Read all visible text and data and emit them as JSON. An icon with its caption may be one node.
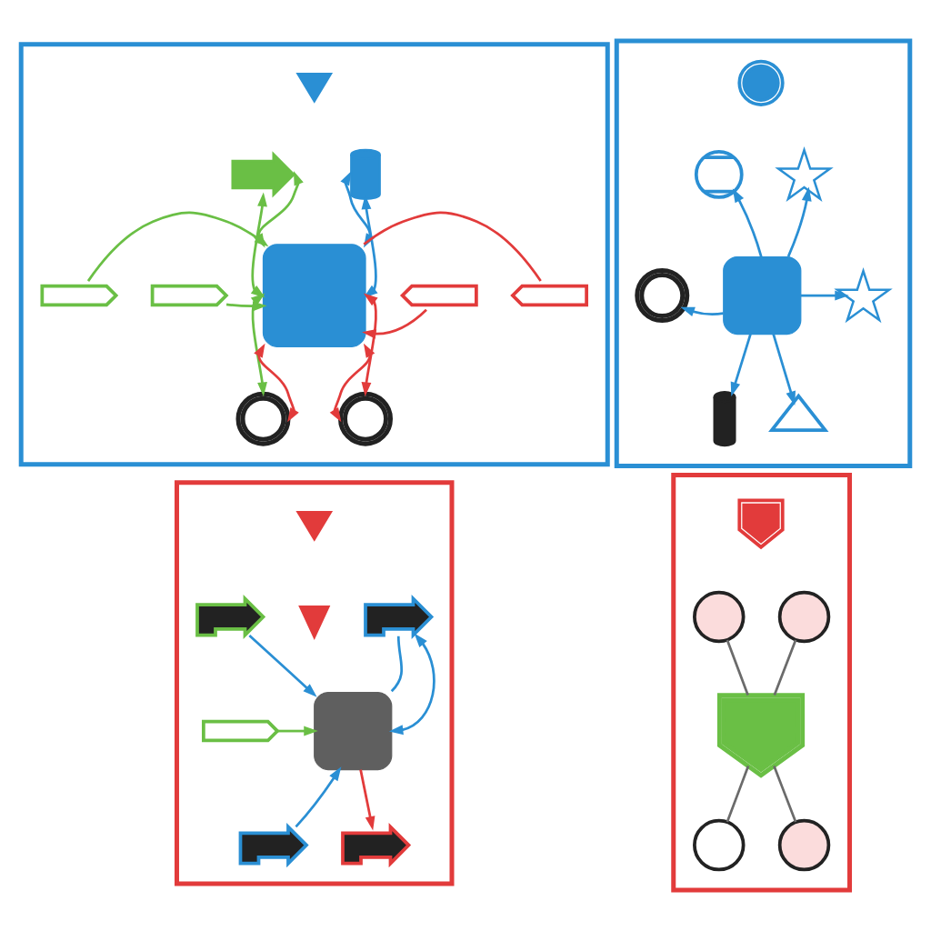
{
  "diagram": {
    "nodes": [
      {
        "text": [],
        "shape": "box"
      },
      {
        "text": [],
        "shape": "picture",
        "in": 0
      },
      {
        "text": [],
        "shape": "picture",
        "in": 0
      },
      {
        "text": [],
        "shape": "picture",
        "in": 0
      },
      {
        "text": [],
        "shape": "box",
        "in": 0
      },
      {
        "text": [],
        "shape": "picture",
        "in": 0
      },
      {
        "text": [],
        "shape": "picture",
        "in": 0
      },
      {
        "text": [],
        "shape": "picture",
        "in": 0
      },
      {
        "text": [],
        "shape": "picture",
        "in": 0
      },
      {
        "text": [],
        "shape": "picture",
        "in": 0
      },
      {
        "text": [],
        "shape": "picture",
        "in": 0
      },
      {
        "text": [],
        "shape": "box"
      },
      {
        "text": [],
        "shape": "picture",
        "in": 11
      },
      {
        "text": [],
        "shape": "picture",
        "in": 11
      },
      {
        "text": [],
        "shape": "picture",
        "in": 11
      },
      {
        "text": [],
        "shape": "box",
        "in": 11
      },
      {
        "text": [],
        "shape": "picture",
        "in": 11
      },
      {
        "text": [],
        "shape": "picture",
        "in": 11
      },
      {
        "text": [],
        "shape": "picture",
        "in": 11
      },
      {
        "text": [],
        "shape": "picture",
        "in": 11
      },
      {
        "text": [],
        "shape": "box"
      },
      {
        "text": [],
        "shape": "picture",
        "in": 20
      },
      {
        "text": [],
        "shape": "picture",
        "in": 20
      },
      {
        "text": [],
        "shape": "picture",
        "in": 20
      },
      {
        "text": [],
        "shape": "picture",
        "in": 20
      },
      {
        "text": [],
        "shape": "box",
        "in": 20
      },
      {
        "text": [],
        "shape": "picture",
        "in": 20
      },
      {
        "text": [],
        "shape": "picture",
        "in": 20
      },
      {
        "text": [],
        "shape": "picture",
        "in": 20
      },
      {
        "text": [],
        "shape": "box"
      },
      {
        "text": [],
        "shape": "picture",
        "in": 29
      },
      {
        "text": [],
        "shape": "circle",
        "in": 29
      },
      {
        "text": [],
        "shape": "circle",
        "in": 29
      },
      {
        "text": [],
        "shape": "picture",
        "in": 29
      },
      {
        "text": [],
        "shape": "circle",
        "in": 29
      },
      {
        "text": [],
        "shape": "circle",
        "in": 29
      }
    ],
    "edges": [
      {
        "from": 2,
        "to": 4,
        "arrow": "both",
        "color": "#6abf45"
      },
      {
        "from": 2,
        "to": 4,
        "arrow": "both",
        "color": "#6abf45"
      },
      {
        "from": 3,
        "to": 4,
        "arrow": "both"
      },
      {
        "from": 3,
        "to": 4,
        "arrow": "both"
      },
      {
        "from": 5,
        "to": 4,
        "arrow": "to",
        "color": "#6abf45"
      },
      {
        "from": 7,
        "to": 4,
        "arrow": "to",
        "color": "#6abf45"
      },
      {
        "from": 4,
        "to": 9,
        "arrow": "both",
        "color": "#6abf45"
      },
      {
        "from": 4,
        "to": 9,
        "arrow": "both",
        "color": "#e23b3b"
      },
      {
        "from": 6,
        "to": 4,
        "arrow": "to",
        "color": "#e23b3b"
      },
      {
        "from": 8,
        "to": 4,
        "arrow": "none",
        "color": "#e23b3b"
      },
      {
        "from": 4,
        "to": 10,
        "arrow": "both",
        "color": "#e23b3b"
      },
      {
        "from": 4,
        "to": 10,
        "arrow": "both",
        "color": "#e23b3b"
      },
      {
        "from": 15,
        "to": 13,
        "arrow": "to"
      },
      {
        "from": 15,
        "to": 14,
        "arrow": "to"
      },
      {
        "from": 15,
        "to": 16,
        "arrow": "to"
      },
      {
        "from": 15,
        "to": 17,
        "arrow": "to"
      },
      {
        "from": 15,
        "to": 18,
        "arrow": "to"
      },
      {
        "from": 15,
        "to": 19,
        "arrow": "to"
      },
      {
        "from": 23,
        "to": 25,
        "arrow": "to"
      },
      {
        "from": 26,
        "to": 25,
        "arrow": "to",
        "color": "#6abf45"
      },
      {
        "from": 27,
        "to": 25,
        "arrow": "to"
      },
      {
        "from": 24,
        "to": 25,
        "arrow": "none"
      },
      {
        "from": 24,
        "to": 25,
        "arrow": "both"
      },
      {
        "from": 25,
        "to": 28,
        "arrow": "to",
        "color": "#e23b3b"
      },
      {
        "from": 31,
        "to": 33,
        "arrow": "none",
        "color": "#6b6b6b"
      },
      {
        "from": 32,
        "to": 33,
        "arrow": "none",
        "color": "#6b6b6b"
      },
      {
        "from": 33,
        "to": 34,
        "arrow": "none",
        "color": "#6b6b6b"
      },
      {
        "from": 33,
        "to": 35,
        "arrow": "none",
        "color": "#6b6b6b"
      }
    ]
  }
}
